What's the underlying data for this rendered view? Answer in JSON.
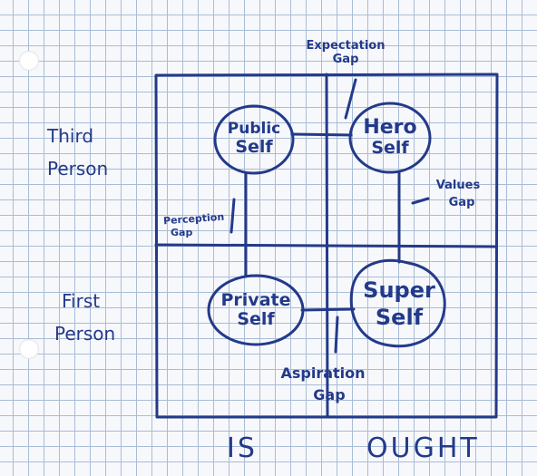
{
  "rows": {
    "top": "Third Person",
    "top_lines": [
      "Third",
      "Person"
    ],
    "bottom": "First Person",
    "bottom_lines": [
      "First",
      "Person"
    ]
  },
  "columns": {
    "left": "IS",
    "right": "OUGHT"
  },
  "nodes": {
    "public": {
      "lines": [
        "Public",
        "Self"
      ]
    },
    "hero": {
      "lines": [
        "Hero",
        "Self"
      ]
    },
    "private": {
      "lines": [
        "Private",
        "Self"
      ]
    },
    "super": {
      "lines": [
        "Super",
        "Self"
      ]
    }
  },
  "gaps": {
    "expectation": [
      "Expectation",
      "Gap"
    ],
    "values": [
      "Values",
      "Gap"
    ],
    "perception": [
      "Perception",
      "Gap"
    ],
    "aspiration": [
      "Aspiration",
      "Gap"
    ]
  },
  "colors": {
    "ink": "#233a8a",
    "grid": "#a9bcd6",
    "paper": "#f7f8fb"
  }
}
